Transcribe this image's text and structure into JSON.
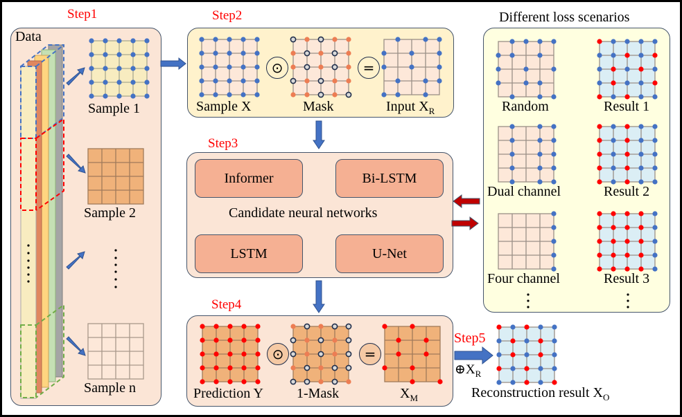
{
  "colors": {
    "step_label": "#ff0000",
    "dot_blue": "#4472c4",
    "dot_red": "#ff0000",
    "dot_orange": "#ed7d53",
    "dot_hollow": "#1f2d4a",
    "arrow_blue": "#4472c4",
    "arrow_red": "#c00000",
    "grid_yellow": "#f8ecc0",
    "grid_orange": "#f0b27a",
    "grid_peach": "#fce4d2",
    "grid_lightpeach": "#fde8d9",
    "grid_blue": "#dbeef5",
    "panel_peach": "#fbe5d6",
    "panel_yellow": "#fff2cc",
    "panel_lightyellow": "#ffffe0"
  },
  "step1": {
    "label": "Step1",
    "data_label": "Data",
    "samples": [
      {
        "label": "Sample 1",
        "style": "dotted-yellow"
      },
      {
        "label": "Sample 2",
        "style": "orange-blocks"
      },
      {
        "label": "Sample n",
        "style": "peach-blocks"
      }
    ],
    "ellipsis": "⋮"
  },
  "step2": {
    "label": "Step2",
    "items": [
      {
        "label": "Sample X"
      },
      {
        "label": "Mask"
      },
      {
        "label": "Input X",
        "subscript": "R"
      }
    ],
    "operator_multiply": "⊙",
    "operator_equals": "="
  },
  "step3": {
    "label": "Step3",
    "title": "Candidate neural networks",
    "networks": [
      "Informer",
      "Bi-LSTM",
      "LSTM",
      "U-Net"
    ]
  },
  "step4": {
    "label": "Step4",
    "items": [
      {
        "label": "Prediction Y"
      },
      {
        "label": "1-Mask"
      },
      {
        "label": "X",
        "subscript": "M"
      }
    ],
    "operator_multiply": "⊙",
    "operator_equals": "="
  },
  "step5": {
    "label": "Step5",
    "operation": "⊕X",
    "operation_subscript": "R",
    "result_label": "Reconstruction result X",
    "result_subscript": "O"
  },
  "loss_scenarios": {
    "title": "Different loss scenarios",
    "scenarios": [
      {
        "name": "Random",
        "result": "Result 1"
      },
      {
        "name": "Dual channel",
        "result": "Result 2"
      },
      {
        "name": "Four channel",
        "result": "Result 3"
      }
    ],
    "ellipsis": "⋮"
  },
  "grids": {
    "mask": [
      [
        "h",
        "o",
        "h",
        "o",
        "o"
      ],
      [
        "o",
        "h",
        "o",
        "h",
        "o"
      ],
      [
        "o",
        "h",
        "o",
        "h",
        "o"
      ],
      [
        "h",
        "o",
        "h",
        "o",
        "o"
      ],
      [
        "o",
        "o",
        "h",
        "o",
        "h"
      ]
    ],
    "random_present": [
      [
        0,
        1,
        1,
        1,
        1
      ],
      [
        1,
        1,
        0,
        1,
        0
      ],
      [
        1,
        0,
        1,
        0,
        1
      ],
      [
        1,
        0,
        1,
        1,
        0
      ],
      [
        0,
        1,
        0,
        1,
        1
      ]
    ],
    "dual_present": [
      [
        0,
        1,
        0,
        1,
        1
      ],
      [
        0,
        1,
        0,
        1,
        1
      ],
      [
        0,
        1,
        0,
        1,
        1
      ],
      [
        0,
        1,
        0,
        1,
        1
      ],
      [
        0,
        1,
        0,
        1,
        1
      ]
    ],
    "four_present": [
      [
        0,
        0,
        0,
        0,
        1
      ],
      [
        0,
        0,
        0,
        0,
        1
      ],
      [
        0,
        0,
        0,
        0,
        1
      ],
      [
        0,
        0,
        0,
        0,
        1
      ],
      [
        0,
        0,
        0,
        0,
        1
      ]
    ]
  }
}
